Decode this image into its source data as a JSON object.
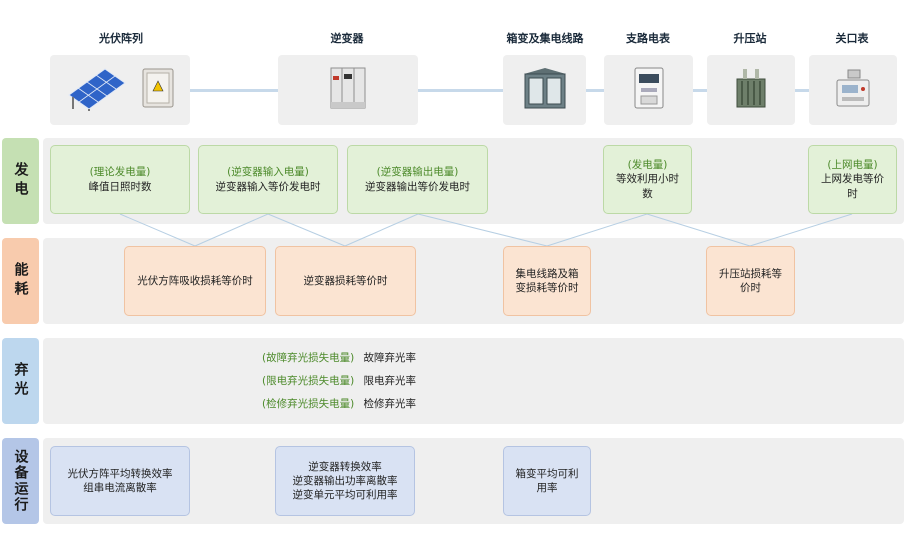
{
  "columns": [
    {
      "key": "pv",
      "title": "光伏阵列"
    },
    {
      "key": "inverter",
      "title": "逆变器"
    },
    {
      "key": "box",
      "title": "箱变及集电线路"
    },
    {
      "key": "branch",
      "title": "支路电表"
    },
    {
      "key": "substation",
      "title": "升压站"
    },
    {
      "key": "gate",
      "title": "关口表"
    }
  ],
  "rows": {
    "generation": "发电",
    "consumption": "能耗",
    "curtail": "弃光",
    "equipment": "设备运行"
  },
  "generation": [
    {
      "tag": "(理论发电量)",
      "text": "峰值日照时数"
    },
    {
      "tag": "(逆变器输入电量)",
      "text": "逆变器输入等价发电时"
    },
    {
      "tag": "(逆变器输出电量)",
      "text": "逆变器输出等价发电时"
    },
    {
      "tag": "(发电量)",
      "text": "等效利用小时数"
    },
    {
      "tag": "(上网电量)",
      "text": "上网发电等价时"
    }
  ],
  "consumption": [
    {
      "text": "光伏方阵吸收损耗等价时"
    },
    {
      "text": "逆变器损耗等价时"
    },
    {
      "text": "集电线路及箱变损耗等价时"
    },
    {
      "text": "升压站损耗等价时"
    }
  ],
  "curtail": [
    {
      "tag": "(故障弃光损失电量)",
      "text": "故障弃光率"
    },
    {
      "tag": "(限电弃光损失电量)",
      "text": "限电弃光率"
    },
    {
      "tag": "(检修弃光损失电量)",
      "text": "检修弃光率"
    }
  ],
  "equipment": [
    {
      "lines": [
        "光伏方阵平均转换效率",
        "组串电流离散率"
      ]
    },
    {
      "lines": [
        "逆变器转换效率",
        "逆变器输出功率离散率",
        "逆变单元平均可利用率"
      ]
    },
    {
      "lines": [
        "箱变平均可利",
        "用率"
      ]
    }
  ],
  "colors": {
    "generation_label": "#c5e0b3",
    "consumption_label": "#f8cbad",
    "curtail_label": "#bdd7ee",
    "equipment_label": "#b4c6e7",
    "green_text": "#4c8a2a",
    "connector": "#c7d9ea"
  },
  "icons": [
    "solar-panel-icon",
    "combiner-box-icon",
    "inverter-cabinet-icon",
    "box-transformer-icon",
    "meter-icon",
    "transformer-icon",
    "gate-meter-icon"
  ]
}
